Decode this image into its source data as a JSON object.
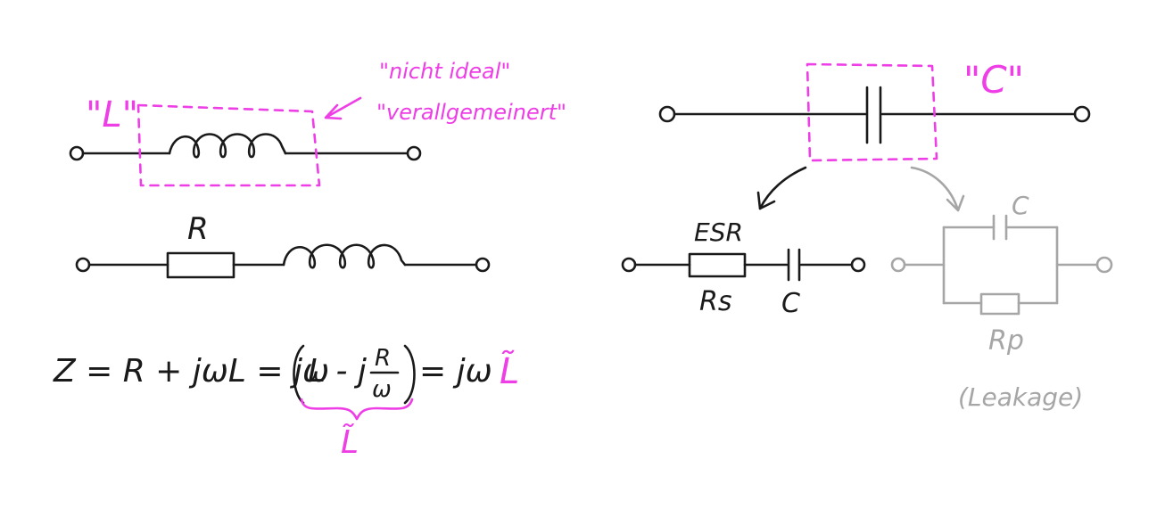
{
  "colors": {
    "ink": "#1a1a1a",
    "accent": "#ee3ee6",
    "muted": "#a6a6a6"
  },
  "left": {
    "label_L": "\"L\"",
    "note_line1": "\"nicht ideal\"",
    "note_line2": "\"verallgemeinert\"",
    "resistor_label": "R",
    "equation": {
      "lhs": "Z = R + jωL = jω",
      "paren_L": "L - j",
      "frac_num": "R",
      "frac_den": "ω",
      "rhs": "= jω",
      "tilde_L": "L̃",
      "brace_label": "L̃"
    }
  },
  "right": {
    "label_C": "\"C\"",
    "esr_label": "ESR",
    "rs_label": "Rs",
    "c_series_label": "C",
    "c_parallel_label": "C",
    "rp_label": "Rp",
    "leakage_label": "(Leakage)"
  }
}
